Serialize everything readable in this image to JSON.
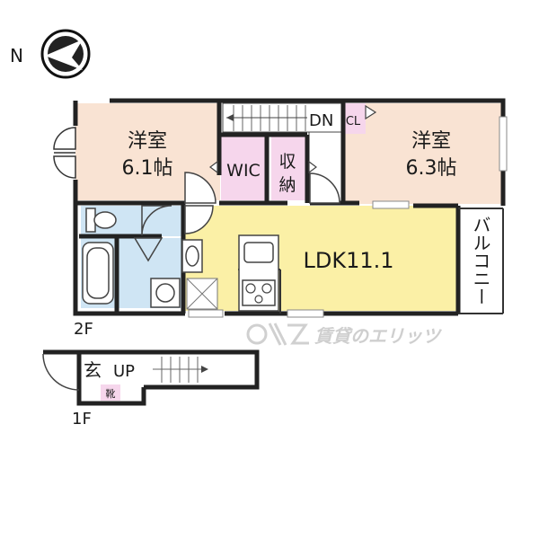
{
  "compass": {
    "label": "N",
    "icon": "north-arrow-icon"
  },
  "floor2": {
    "label": "2F",
    "rooms": {
      "west_bedroom": {
        "name": "洋室",
        "size": "6.1帖"
      },
      "east_bedroom": {
        "name": "洋室",
        "size": "6.3帖"
      },
      "walk_in_closet": {
        "name": "WIC"
      },
      "storage": {
        "line1": "収",
        "line2": "納"
      },
      "closet": {
        "name": "CL"
      },
      "stair_down": {
        "name": "DN"
      },
      "ldk": {
        "name": "LDK11.1"
      },
      "balcony": {
        "name": "バルコニー"
      }
    }
  },
  "floor1": {
    "label": "1F",
    "rooms": {
      "entrance": {
        "name": "玄"
      },
      "stair_up": {
        "name": "UP"
      },
      "shoe_box": {
        "name": "靴"
      }
    }
  },
  "watermark": {
    "text": "賃貸のエリッツ",
    "logo": "eliz-logo-icon"
  },
  "colors": {
    "bedroom": "#f9e3d3",
    "wic": "#f6d6ec",
    "ldk": "#fbf0a6",
    "bath": "#cfe5f4",
    "wall": "#222222"
  }
}
